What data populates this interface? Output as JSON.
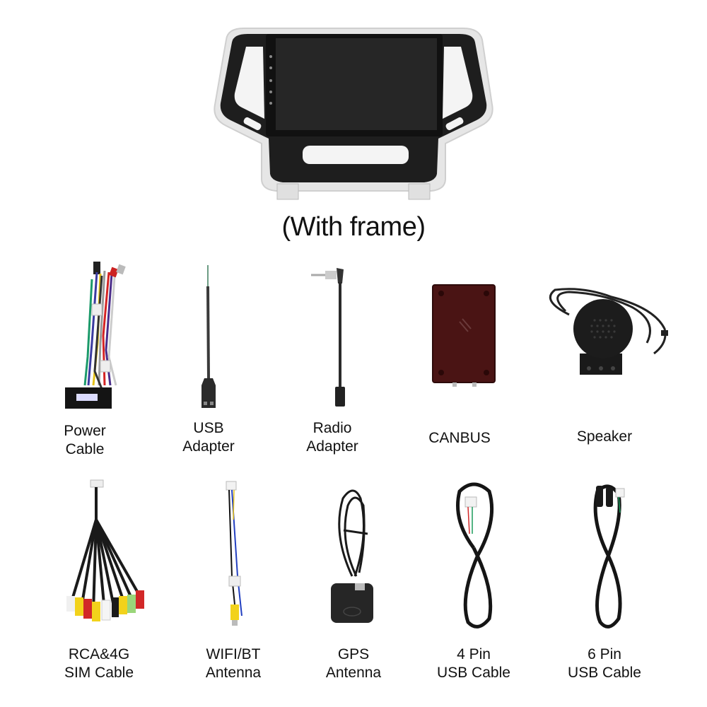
{
  "hero": {
    "product": "car-stereo-head-unit-with-frame",
    "caption": "(With frame)"
  },
  "accessories": {
    "row1": [
      {
        "line1": "Power",
        "line2": "Cable",
        "icon": "power-cable-harness-icon"
      },
      {
        "line1": "USB",
        "line2": "Adapter",
        "icon": "usb-adapter-icon"
      },
      {
        "line1": "Radio",
        "line2": "Adapter",
        "icon": "radio-adapter-icon"
      },
      {
        "line1": "CANBUS",
        "line2": "",
        "icon": "canbus-box-icon"
      },
      {
        "line1": "Speaker",
        "line2": "",
        "icon": "speaker-icon"
      }
    ],
    "row2": [
      {
        "line1": "RCA&4G",
        "line2": "SIM Cable",
        "icon": "rca-cable-icon"
      },
      {
        "line1": "WIFI/BT",
        "line2": "Antenna",
        "icon": "wifi-antenna-icon"
      },
      {
        "line1": "GPS",
        "line2": "Antenna",
        "icon": "gps-antenna-icon"
      },
      {
        "line1": "4 Pin",
        "line2": "USB Cable",
        "icon": "usb-cable-4pin-icon"
      },
      {
        "line1": "6 Pin",
        "line2": "USB Cable",
        "icon": "usb-cable-6pin-icon"
      }
    ]
  },
  "colors": {
    "background": "#ffffff",
    "text": "#111111",
    "frame_black": "#1a1a1a",
    "frame_silver": "#d9d9d9",
    "screen": "#1c1c1c",
    "canbus_red": "#4a1414"
  }
}
